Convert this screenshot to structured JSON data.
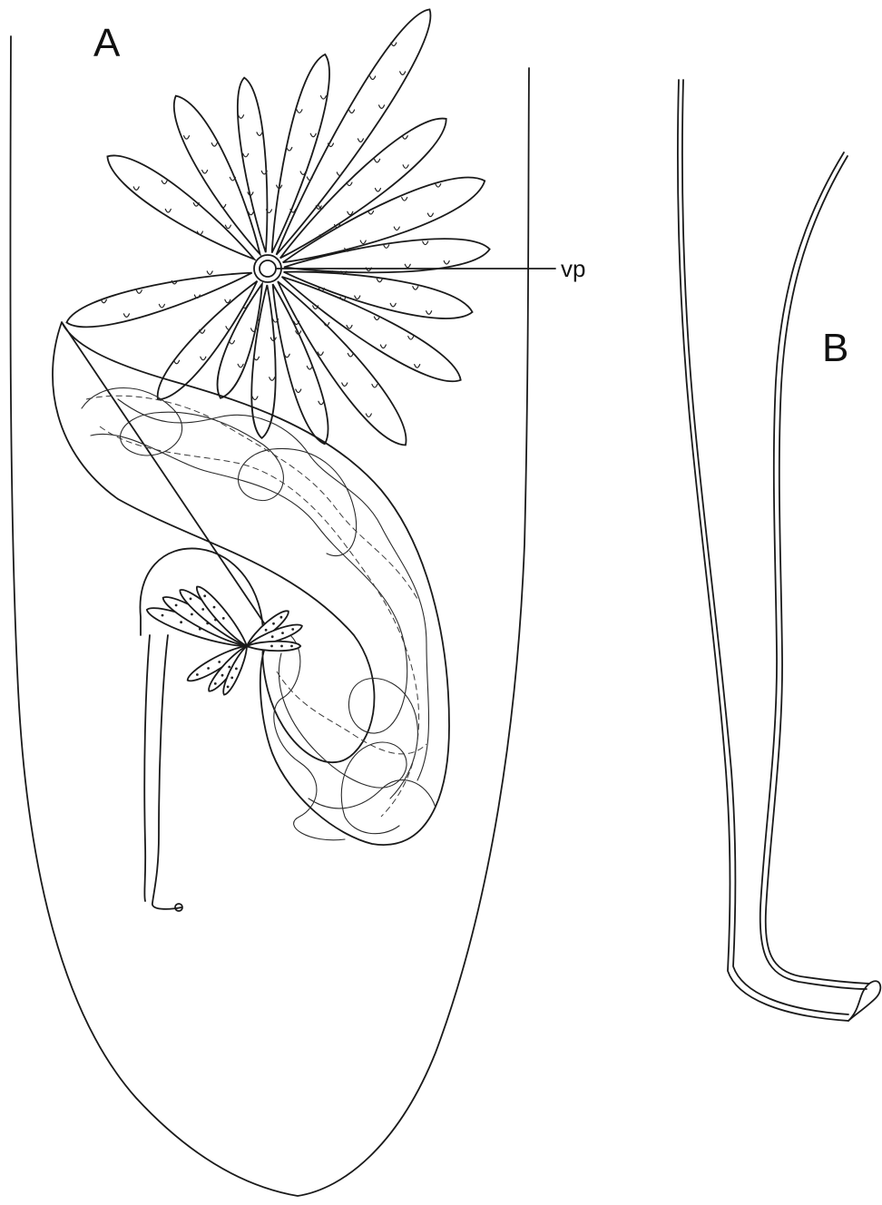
{
  "figure": {
    "panel_a_label": "A",
    "panel_b_label": "B",
    "callout_vp": "vp"
  },
  "colors": {
    "ink": "#1a1a1a",
    "background": "#ffffff"
  }
}
